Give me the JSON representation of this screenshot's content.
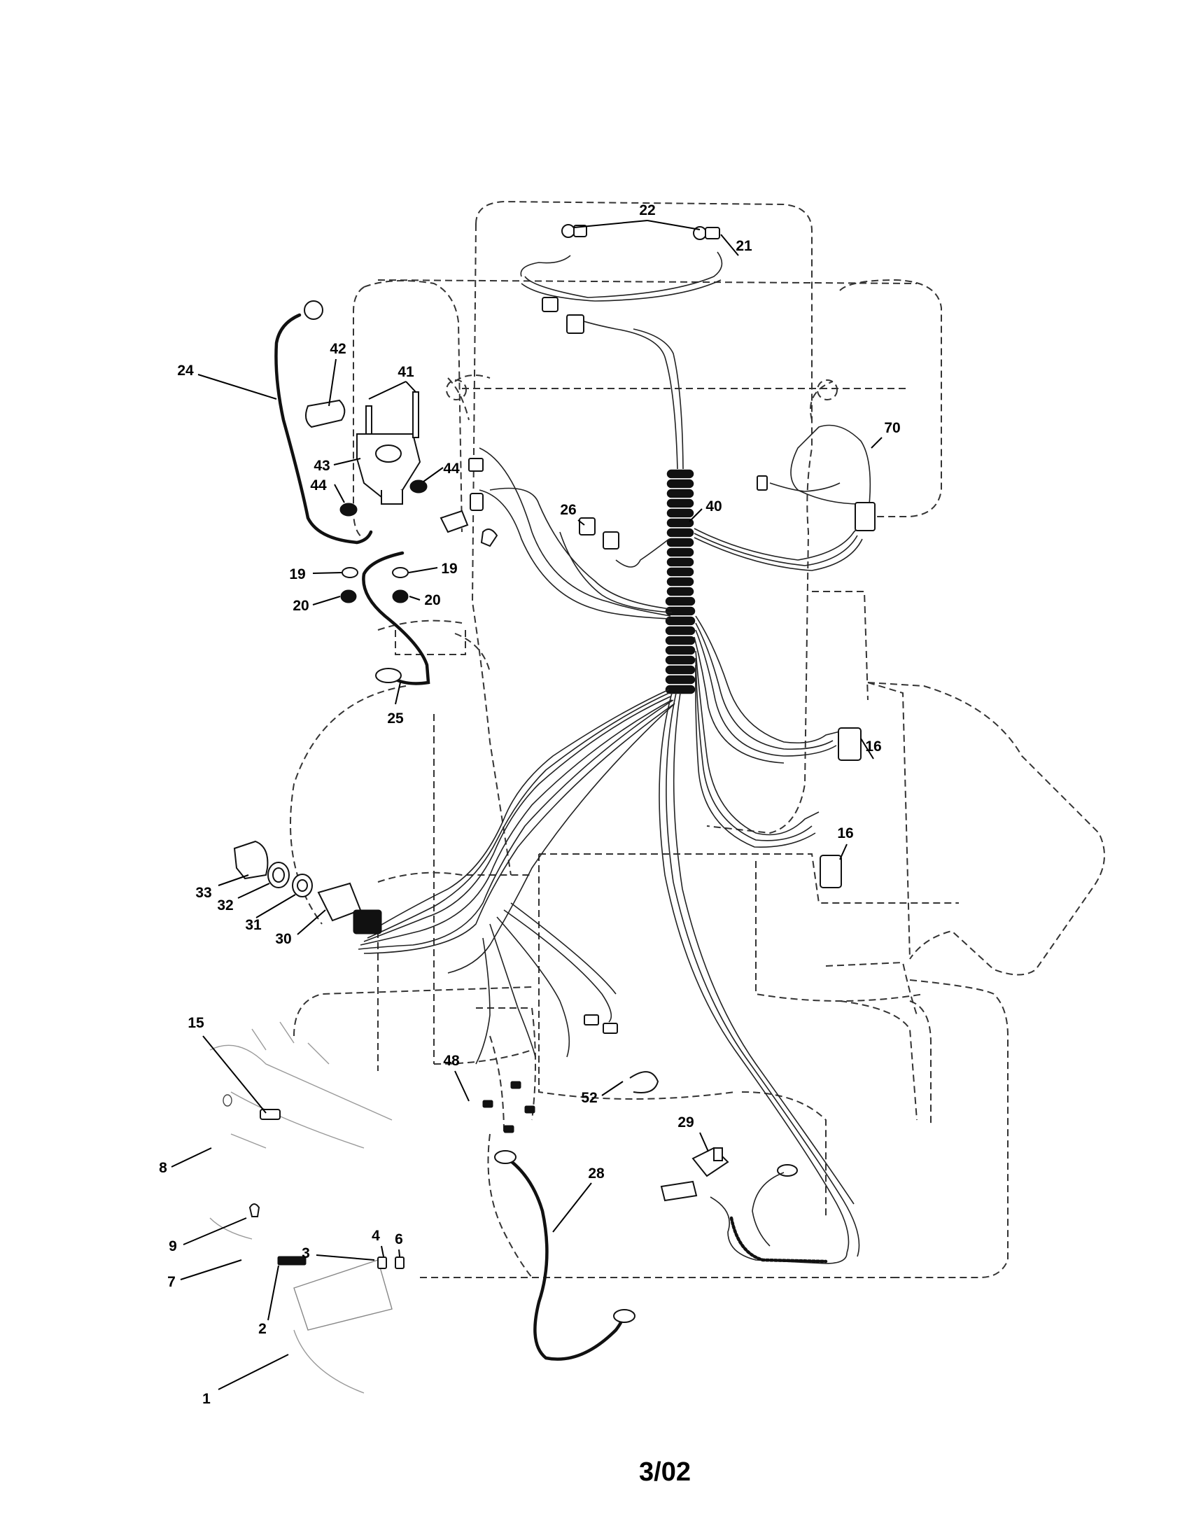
{
  "callouts": [
    {
      "id": "c1",
      "label": "1"
    },
    {
      "id": "c2",
      "label": "2"
    },
    {
      "id": "c3",
      "label": "3"
    },
    {
      "id": "c4",
      "label": "4"
    },
    {
      "id": "c6",
      "label": "6"
    },
    {
      "id": "c7",
      "label": "7"
    },
    {
      "id": "c8",
      "label": "8"
    },
    {
      "id": "c9",
      "label": "9"
    },
    {
      "id": "c15",
      "label": "15"
    },
    {
      "id": "c16a",
      "label": "16"
    },
    {
      "id": "c16b",
      "label": "16"
    },
    {
      "id": "c19a",
      "label": "19"
    },
    {
      "id": "c19b",
      "label": "19"
    },
    {
      "id": "c20a",
      "label": "20"
    },
    {
      "id": "c20b",
      "label": "20"
    },
    {
      "id": "c21",
      "label": "21"
    },
    {
      "id": "c22",
      "label": "22"
    },
    {
      "id": "c24",
      "label": "24"
    },
    {
      "id": "c25",
      "label": "25"
    },
    {
      "id": "c26",
      "label": "26"
    },
    {
      "id": "c28",
      "label": "28"
    },
    {
      "id": "c29",
      "label": "29"
    },
    {
      "id": "c30",
      "label": "30"
    },
    {
      "id": "c31",
      "label": "31"
    },
    {
      "id": "c32",
      "label": "32"
    },
    {
      "id": "c33",
      "label": "33"
    },
    {
      "id": "c40",
      "label": "40"
    },
    {
      "id": "c41",
      "label": "41"
    },
    {
      "id": "c42",
      "label": "42"
    },
    {
      "id": "c43",
      "label": "43"
    },
    {
      "id": "c44a",
      "label": "44"
    },
    {
      "id": "c44b",
      "label": "44"
    },
    {
      "id": "c48",
      "label": "48"
    },
    {
      "id": "c52",
      "label": "52"
    },
    {
      "id": "c70",
      "label": "70"
    }
  ],
  "page_code": "3/02"
}
